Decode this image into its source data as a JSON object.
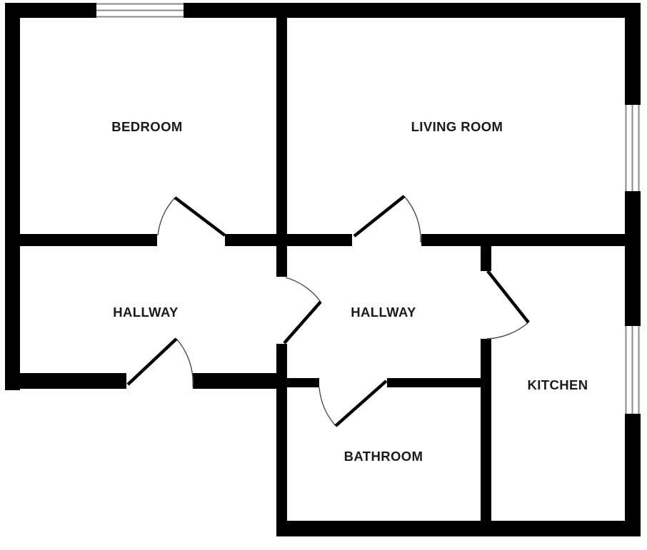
{
  "document": {
    "type": "floor-plan",
    "title": "Apartment floor plan"
  },
  "colors": {
    "wall": "#000000",
    "background": "#ffffff",
    "window_frame": "#8a8a8a",
    "door_leaf": "#000000",
    "door_arc": "#4d4d4d",
    "label": "#1a1a1a"
  },
  "rooms": {
    "bedroom": {
      "label": "BEDROOM"
    },
    "living_room": {
      "label": "LIVING ROOM"
    },
    "hallway_left": {
      "label": "HALLWAY"
    },
    "hallway_center": {
      "label": "HALLWAY"
    },
    "kitchen": {
      "label": "KITCHEN"
    },
    "bathroom": {
      "label": "BATHROOM"
    }
  },
  "symbols": {
    "windows_count": 3,
    "doors_count": 6
  }
}
